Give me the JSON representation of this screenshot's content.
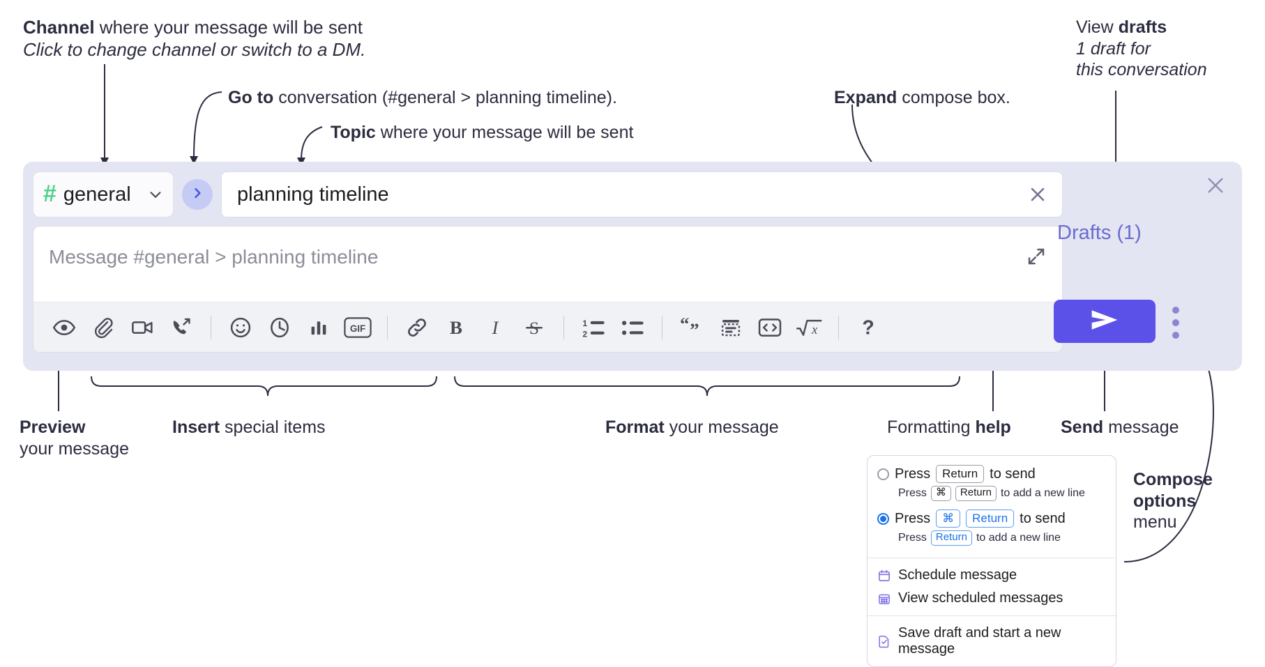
{
  "annotations": {
    "channel": {
      "bold": "Channel",
      "rest": " where your message will be sent",
      "italic": "Click to change channel or switch to a DM."
    },
    "goto": {
      "bold": "Go to",
      "rest": " conversation (#general > planning timeline)."
    },
    "topic": {
      "bold": "Topic",
      "rest": " where your message will be sent"
    },
    "expand": {
      "bold": "Expand",
      "rest": " compose box."
    },
    "drafts": {
      "bold_pre": "View ",
      "bold": "drafts",
      "italic_l1": "1 draft for",
      "italic_l2": "this conversation"
    },
    "preview": {
      "bold": "Preview",
      "rest": "your message"
    },
    "insert": {
      "bold": "Insert",
      "rest": " special items"
    },
    "format": {
      "bold": "Format",
      "rest": " your message"
    },
    "help": {
      "pre": "Formatting ",
      "bold": "help"
    },
    "send": {
      "bold": "Send",
      "rest": " message"
    },
    "compose_options": {
      "l1": "Compose",
      "l2": "options",
      "l3": "menu"
    }
  },
  "compose": {
    "channel": {
      "hash": "#",
      "name": "general",
      "chevron_icon": "chevron-down-icon"
    },
    "goto_icon": "chevron-right-icon",
    "topic": {
      "value": "planning timeline",
      "clear_icon": "close-icon"
    },
    "message": {
      "placeholder": "Message #general > planning timeline",
      "value": "",
      "expand_icon": "expand-icon"
    },
    "toolbar": [
      {
        "name": "preview-icon",
        "label": "Preview"
      },
      {
        "name": "attachment-icon",
        "label": "Attach file"
      },
      {
        "name": "video-icon",
        "label": "Record video clip"
      },
      {
        "name": "audio-call-icon",
        "label": "Record audio clip"
      },
      {
        "name": "separator",
        "label": ""
      },
      {
        "name": "emoji-icon",
        "label": "Emoji"
      },
      {
        "name": "clock-icon",
        "label": "Reminder"
      },
      {
        "name": "poll-icon",
        "label": "Poll"
      },
      {
        "name": "gif-icon",
        "label": "GIF"
      },
      {
        "name": "separator",
        "label": ""
      },
      {
        "name": "link-icon",
        "label": "Link"
      },
      {
        "name": "bold-icon",
        "label": "B"
      },
      {
        "name": "italic-icon",
        "label": "I"
      },
      {
        "name": "strikethrough-icon",
        "label": "S"
      },
      {
        "name": "separator",
        "label": ""
      },
      {
        "name": "ordered-list-icon",
        "label": "Ordered list"
      },
      {
        "name": "bullet-list-icon",
        "label": "Bulleted list"
      },
      {
        "name": "separator",
        "label": ""
      },
      {
        "name": "blockquote-icon",
        "label": "Blockquote"
      },
      {
        "name": "code-block-icon",
        "label": "Code block"
      },
      {
        "name": "code-icon",
        "label": "Code"
      },
      {
        "name": "math-icon",
        "label": "Math"
      },
      {
        "name": "separator",
        "label": ""
      },
      {
        "name": "help-icon",
        "label": "?"
      }
    ],
    "rail": {
      "close_icon": "close-icon",
      "drafts_label": "Drafts (1)",
      "send_icon": "send-icon",
      "more_icon": "kebab-menu-icon"
    }
  },
  "menu": {
    "options": [
      {
        "selected": false,
        "main_pre": "Press",
        "main_key": "Return",
        "main_post": "to send",
        "sub_pre": "Press",
        "sub_key1": "⌘",
        "sub_key2": "Return",
        "sub_post": "to add a new line"
      },
      {
        "selected": true,
        "main_pre": "Press",
        "main_key1": "⌘",
        "main_key2": "Return",
        "main_post": "to send",
        "sub_pre": "Press",
        "sub_key": "Return",
        "sub_post": "to add a new line"
      }
    ],
    "items": [
      {
        "icon": "calendar-icon",
        "label": "Schedule message"
      },
      {
        "icon": "calendar-grid-icon",
        "label": "View scheduled messages"
      },
      {
        "icon": "save-draft-icon",
        "label": "Save draft and start a new message"
      }
    ]
  },
  "colors": {
    "accent_send": "#5b51e8",
    "channel_hash": "#4fd18b",
    "drafts_text": "#6b6bcf",
    "compose_bg": "#e3e5f2",
    "radio_blue": "#1b72e8"
  }
}
